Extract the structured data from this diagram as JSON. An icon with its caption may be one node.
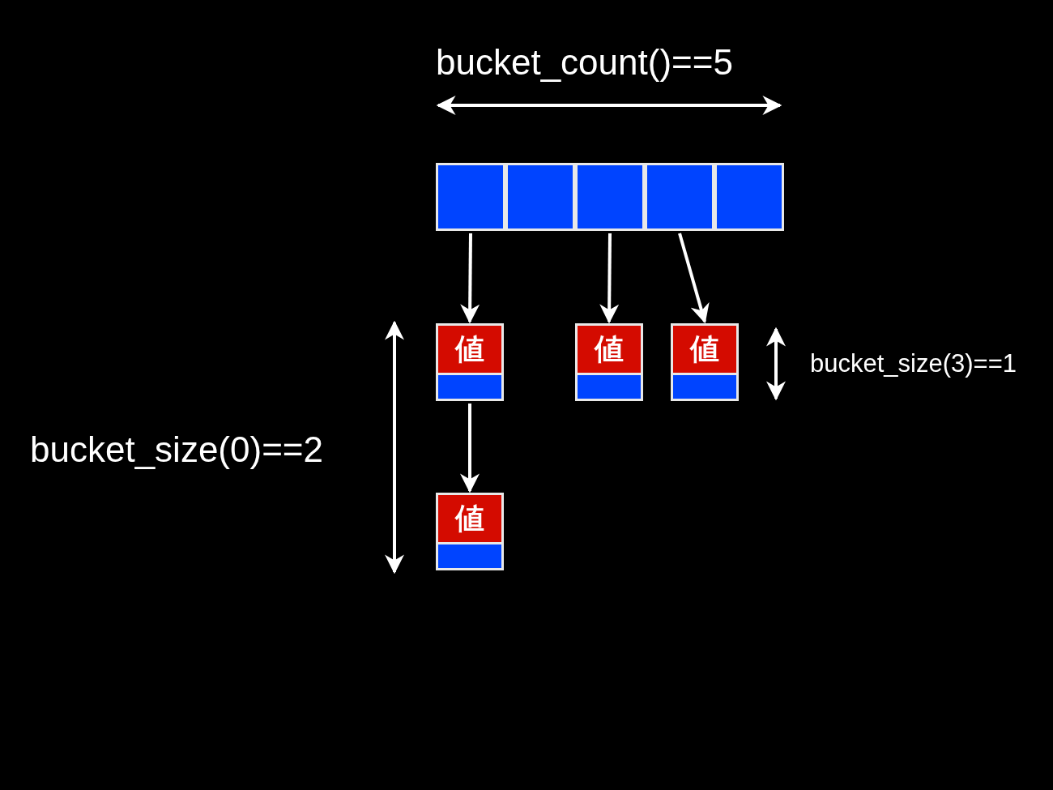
{
  "diagram": {
    "nodes": [
      {
        "text": [],
        "shape": "box"
      },
      {
        "text": [],
        "shape": "box"
      },
      {
        "text": [],
        "shape": "box"
      },
      {
        "text": [],
        "shape": "box"
      },
      {
        "text": [],
        "shape": "box"
      },
      {
        "text": [
          "値"
        ]
      },
      {
        "text": [
          "値"
        ]
      },
      {
        "text": [
          "値"
        ]
      },
      {
        "text": [
          "値"
        ]
      }
    ],
    "edges": [
      {
        "from": 0,
        "to": 5,
        "arrow": "to"
      },
      {
        "from": 2,
        "to": 6,
        "arrow": "to"
      },
      {
        "from": 3,
        "to": 7,
        "arrow": "to"
      },
      {
        "from": 5,
        "to": 8,
        "arrow": "to"
      }
    ],
    "labels": [
      "bucket_count()==5",
      "bucket_size(3)==1",
      "bucket_size(0)==2"
    ]
  }
}
